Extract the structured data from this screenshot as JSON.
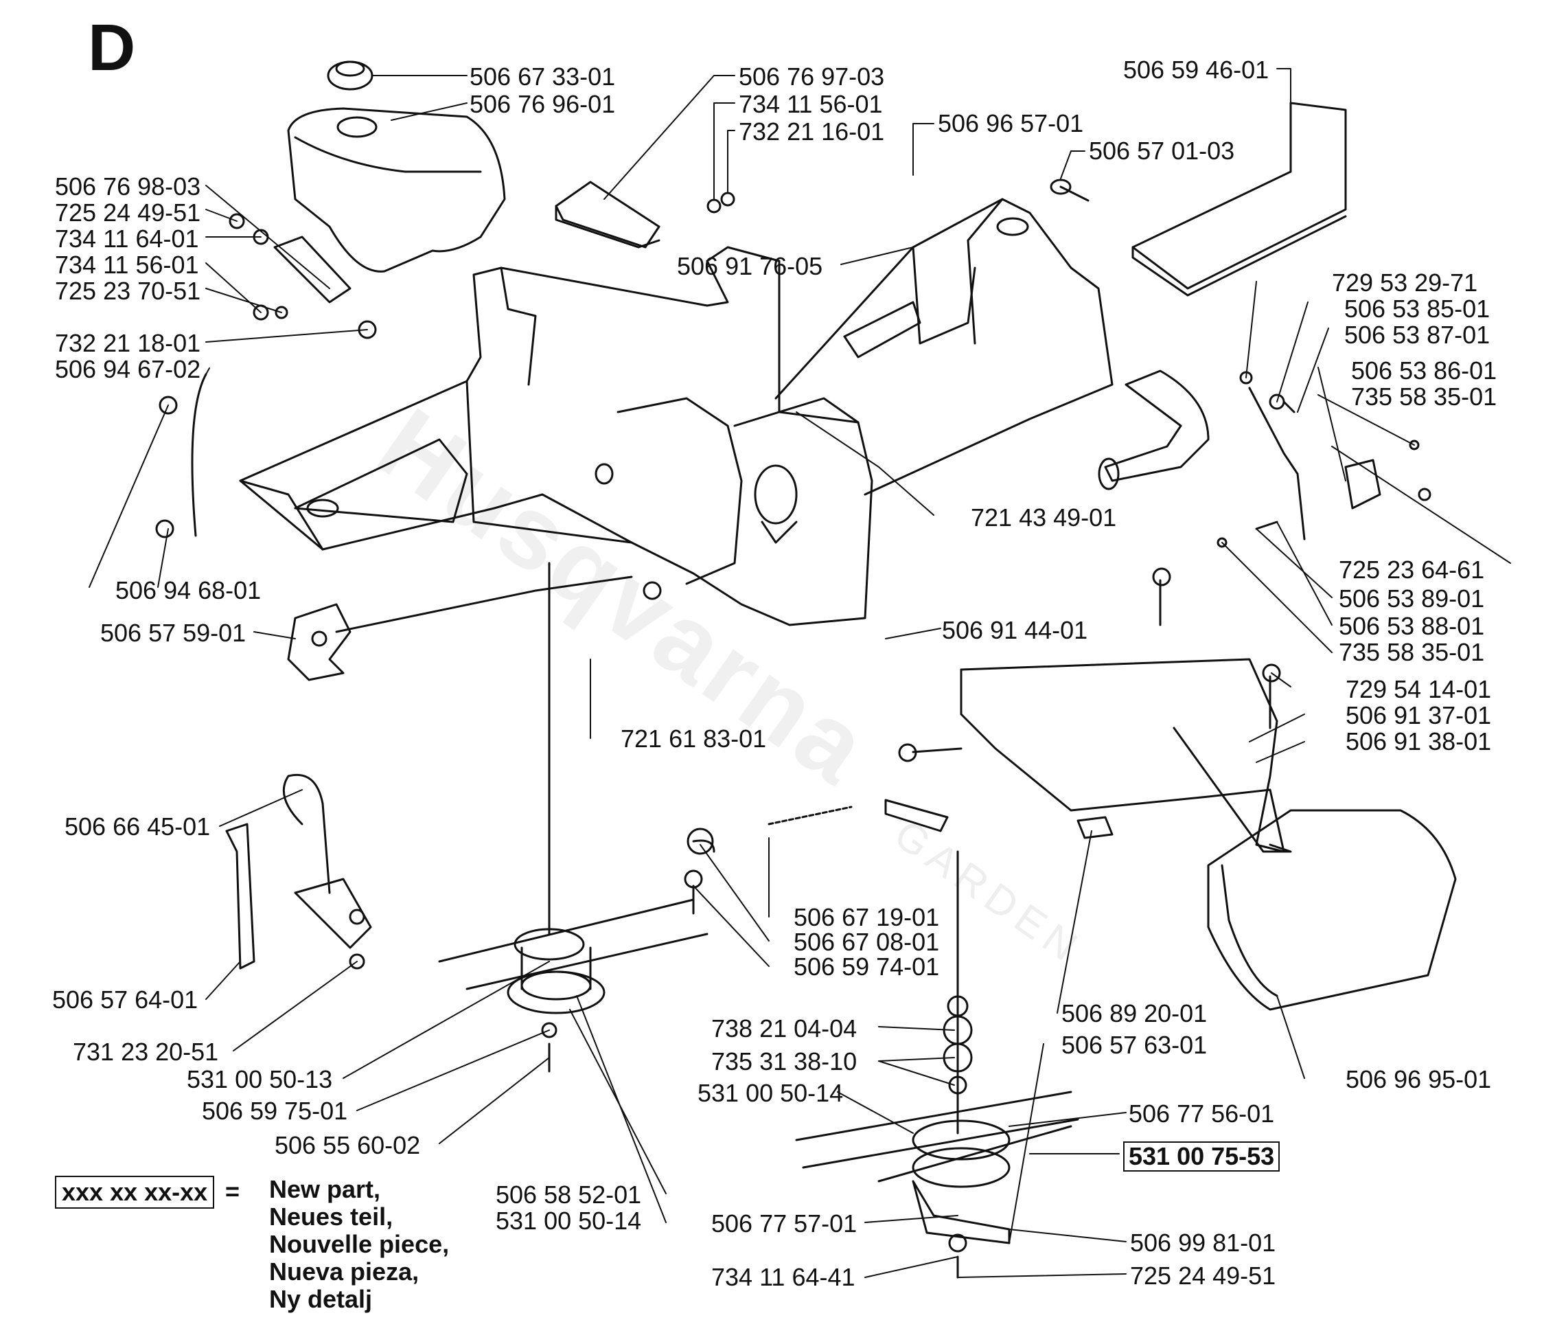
{
  "page": {
    "letter": "D"
  },
  "watermark": {
    "brand": "Husqvarna",
    "sub": "GARDEN"
  },
  "labels": [
    {
      "id": "l1",
      "text": "506 67 33-01"
    },
    {
      "id": "l2",
      "text": "506 76 96-01"
    },
    {
      "id": "l3",
      "text": "506 76 97-03"
    },
    {
      "id": "l4",
      "text": "734 11 56-01"
    },
    {
      "id": "l5",
      "text": "732 21 16-01"
    },
    {
      "id": "l6",
      "text": "506 96 57-01"
    },
    {
      "id": "l7",
      "text": "506 59 46-01"
    },
    {
      "id": "l8",
      "text": "506 57 01-03"
    },
    {
      "id": "l9",
      "text": "506 76 98-03"
    },
    {
      "id": "l10",
      "text": "725 24 49-51"
    },
    {
      "id": "l11",
      "text": "734 11 64-01"
    },
    {
      "id": "l12",
      "text": "734 11 56-01"
    },
    {
      "id": "l13",
      "text": "725 23 70-51"
    },
    {
      "id": "l14",
      "text": "732 21 18-01"
    },
    {
      "id": "l15",
      "text": "506 94 67-02"
    },
    {
      "id": "l16",
      "text": "506 91 76-05"
    },
    {
      "id": "l17",
      "text": "729 53 29-71"
    },
    {
      "id": "l18",
      "text": "506 53 85-01"
    },
    {
      "id": "l19",
      "text": "506 53 87-01"
    },
    {
      "id": "l20",
      "text": "506 53 86-01"
    },
    {
      "id": "l21",
      "text": "735 58 35-01"
    },
    {
      "id": "l22",
      "text": "721 43 49-01"
    },
    {
      "id": "l23",
      "text": "725 23 64-61"
    },
    {
      "id": "l24",
      "text": "506 53 89-01"
    },
    {
      "id": "l25",
      "text": "506 53 88-01"
    },
    {
      "id": "l26",
      "text": "735 58 35-01"
    },
    {
      "id": "l27",
      "text": "506 94 68-01"
    },
    {
      "id": "l28",
      "text": "506 57 59-01"
    },
    {
      "id": "l29",
      "text": "506 91 44-01"
    },
    {
      "id": "l30",
      "text": "729 54 14-01"
    },
    {
      "id": "l31",
      "text": "506 91 37-01"
    },
    {
      "id": "l32",
      "text": "506 91 38-01"
    },
    {
      "id": "l33",
      "text": "721 61 83-01"
    },
    {
      "id": "l34",
      "text": "506 66 45-01"
    },
    {
      "id": "l35",
      "text": "506 67 19-01"
    },
    {
      "id": "l36",
      "text": "506 67 08-01"
    },
    {
      "id": "l37",
      "text": "506 59 74-01"
    },
    {
      "id": "l38",
      "text": "506 57 64-01"
    },
    {
      "id": "l39",
      "text": "506 89 20-01"
    },
    {
      "id": "l40",
      "text": "738 21 04-04"
    },
    {
      "id": "l41",
      "text": "506 57 63-01"
    },
    {
      "id": "l42",
      "text": "731 23 20-51"
    },
    {
      "id": "l43",
      "text": "735 31 38-10"
    },
    {
      "id": "l44",
      "text": "531 00 50-13"
    },
    {
      "id": "l45",
      "text": "506 96 95-01"
    },
    {
      "id": "l46",
      "text": "531 00 50-14"
    },
    {
      "id": "l47",
      "text": "506 59 75-01"
    },
    {
      "id": "l48",
      "text": "506 77 56-01"
    },
    {
      "id": "l49",
      "text": "506 55 60-02"
    },
    {
      "id": "l50",
      "text": "531 00 75-53"
    },
    {
      "id": "l51",
      "text": "506 58 52-01"
    },
    {
      "id": "l52",
      "text": "531 00 50-14"
    },
    {
      "id": "l53",
      "text": "506 77 57-01"
    },
    {
      "id": "l54",
      "text": "506 99 81-01"
    },
    {
      "id": "l55",
      "text": "734 11 64-41"
    },
    {
      "id": "l56",
      "text": "725 24 49-51"
    }
  ],
  "legend": {
    "sample": "xxx xx xx-xx",
    "equals": "=",
    "lines": [
      "New part,",
      "Neues teil,",
      "Nouvelle piece,",
      "Nueva pieza,",
      "Ny detalj"
    ]
  }
}
